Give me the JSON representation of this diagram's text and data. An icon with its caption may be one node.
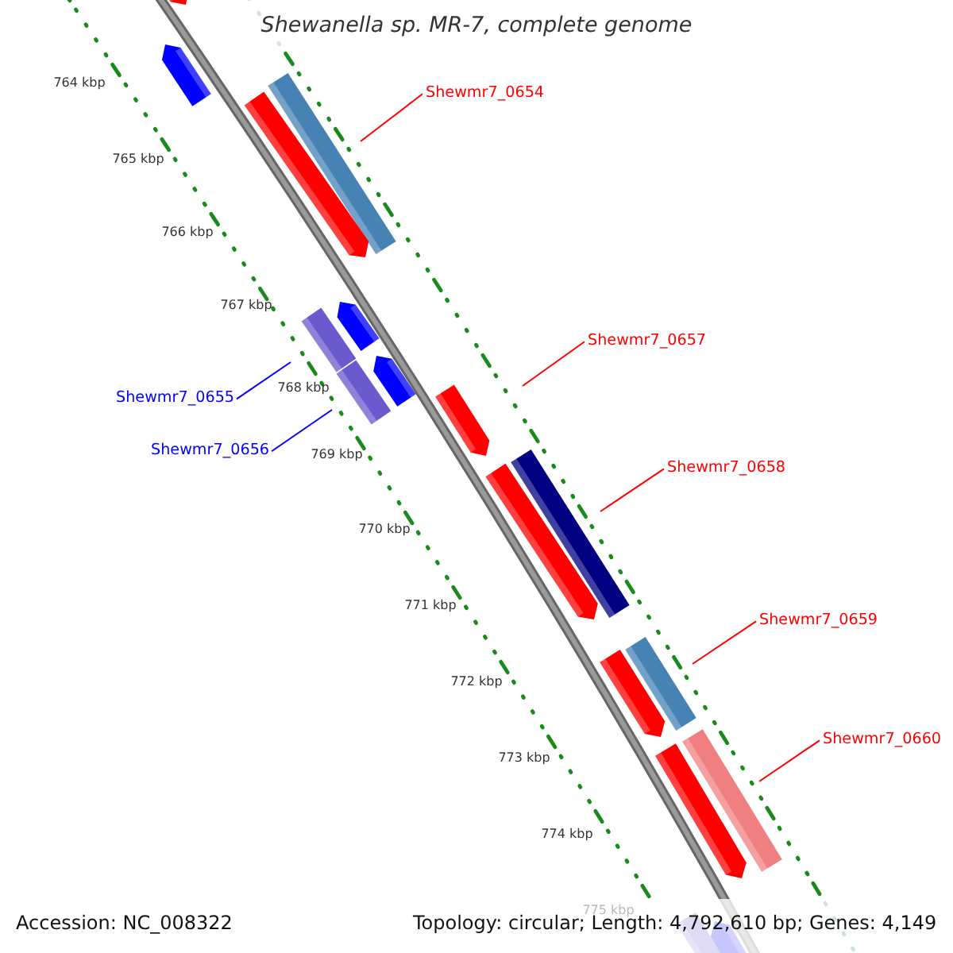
{
  "diagram": {
    "title": "Shewanella sp. MR-7, complete genome",
    "nodes": [
      {
        "text": [
          "Shewmr7_0654"
        ]
      },
      {
        "text": [
          "Shewmr7_0657"
        ]
      },
      {
        "text": [
          "Shewmr7_0655"
        ]
      },
      {
        "text": [
          "Shewmr7_0656"
        ]
      },
      {
        "text": [
          "Shewmr7_0658"
        ]
      },
      {
        "text": [
          "Shewmr7_0659"
        ]
      },
      {
        "text": [
          "Shewmr7_0660"
        ]
      }
    ],
    "edges": [
      {
        "from": 0,
        "to": null,
        "arrow": "none"
      },
      {
        "from": 1,
        "to": null,
        "arrow": "none"
      },
      {
        "from": 2,
        "to": null,
        "arrow": "none",
        "color": "#0000ff"
      },
      {
        "from": 3,
        "to": null,
        "arrow": "none",
        "color": "#0000ff"
      },
      {
        "from": 4,
        "to": null,
        "arrow": "none"
      },
      {
        "from": 5,
        "to": null,
        "arrow": "none"
      },
      {
        "from": 6,
        "to": null,
        "arrow": "none"
      }
    ],
    "labels": [
      "764 kbp",
      "765 kbp",
      "766 kbp",
      "767 kbp",
      "768 kbp",
      "769 kbp",
      "770 kbp",
      "771 kbp",
      "772 kbp",
      "773 kbp",
      "774 kbp",
      "775 kbp",
      "Accession: NC_008322",
      "Topology: circular; Length: 4,792,610 bp; Genes: 4,149"
    ]
  }
}
